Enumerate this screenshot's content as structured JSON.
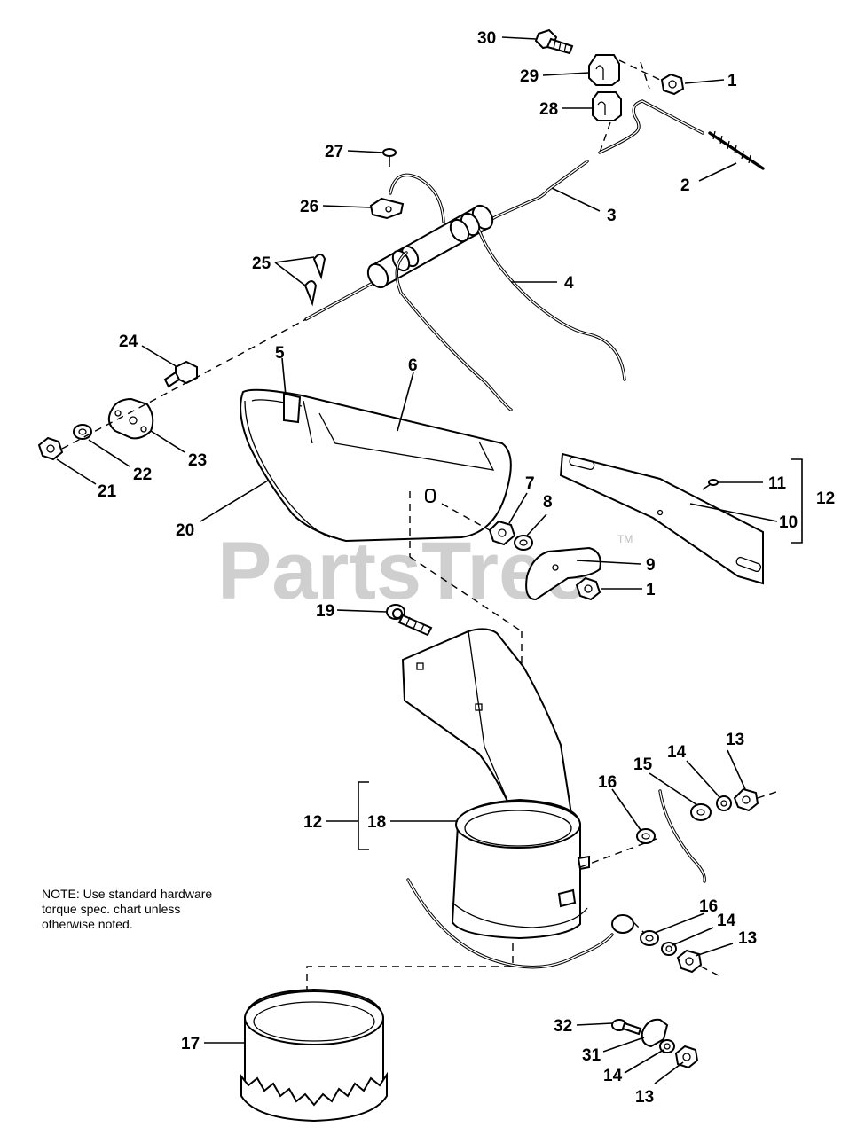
{
  "watermark": "PartsTree",
  "trademark": "TM",
  "note": {
    "lines": [
      "NOTE: Use standard hardware",
      "torque spec. chart unless",
      "otherwise noted."
    ]
  },
  "callouts": {
    "c30": "30",
    "c29": "29",
    "c1a": "1",
    "c28": "28",
    "c2": "2",
    "c27": "27",
    "c26": "26",
    "c3": "3",
    "c25": "25",
    "c4": "4",
    "c24": "24",
    "c5": "5",
    "c6": "6",
    "c23": "23",
    "c22": "22",
    "c21": "21",
    "c20": "20",
    "c7": "7",
    "c8": "8",
    "c11": "11",
    "c12a": "12",
    "c10": "10",
    "c9": "9",
    "c1b": "1",
    "c19": "19",
    "c13a": "13",
    "c14a": "14",
    "c15": "15",
    "c16a": "16",
    "c12b": "12",
    "c18": "18",
    "c16b": "16",
    "c14b": "14",
    "c13b": "13",
    "c32": "32",
    "c31": "31",
    "c14c": "14",
    "c13c": "13",
    "c17": "17"
  }
}
